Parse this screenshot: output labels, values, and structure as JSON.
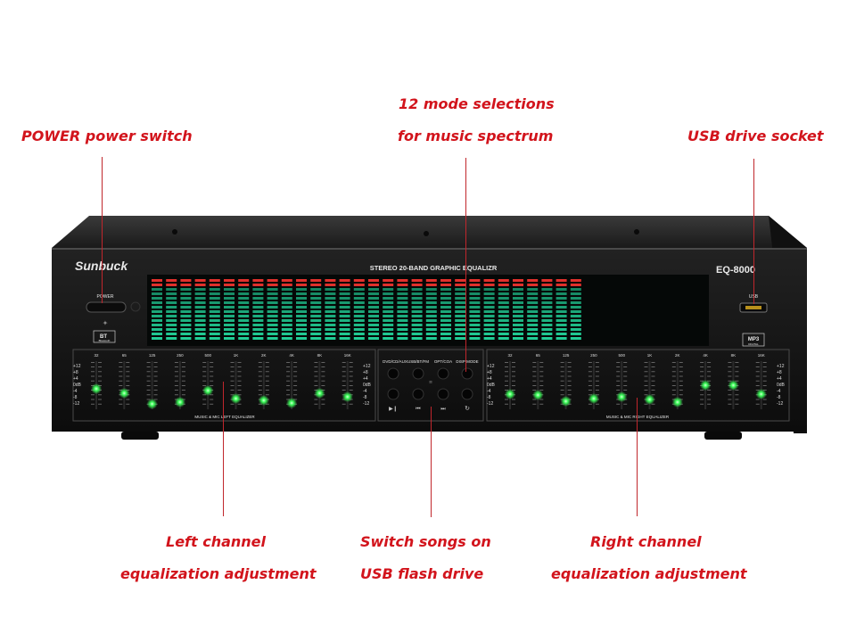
{
  "callouts": {
    "power": "POWER power switch",
    "mode_line1": "12 mode selections",
    "mode_line2": "for music spectrum",
    "usb": "USB drive socket",
    "left_line1": "Left channel",
    "left_line2": "equalization adjustment",
    "songs_line1": "Switch songs on",
    "songs_line2": "USB flash drive",
    "right_line1": "Right channel",
    "right_line2": "equalization adjustment"
  },
  "device": {
    "brand": "Sunbuck",
    "title": "STEREO 20-BAND GRAPHIC EQUALIZR",
    "model": "EQ-8000",
    "power_label": "POWER",
    "usb_label": "USB",
    "bt_label": "BT",
    "bt_sub": "Bluetooth",
    "mp3_label": "MP3",
    "mp3_sub": "DIGITAL",
    "left_eq_label": "MUSIC & MIC LEFT EQUALIZER",
    "right_eq_label": "MUSIC & MIC RIGHT EQUALIZER",
    "bands": [
      "32",
      "65",
      "125",
      "250",
      "500",
      "1K",
      "2K",
      "4K",
      "8K",
      "16K"
    ],
    "scale": [
      "+12",
      "+8",
      "+4",
      "0dB",
      "-4",
      "-8",
      "-12"
    ],
    "mode_labels": [
      "DVD/CD/AUX",
      "USB/BT/FM",
      "OPT/COA",
      "DISP MODE"
    ],
    "transport_icons": [
      "play-pause-icon",
      "previous-icon",
      "next-icon",
      "repeat-icon"
    ],
    "colors": {
      "spectrum_green": "#22d49a",
      "spectrum_red": "#e0302c",
      "led_green": "#3cff5a",
      "body": "#141414"
    }
  }
}
